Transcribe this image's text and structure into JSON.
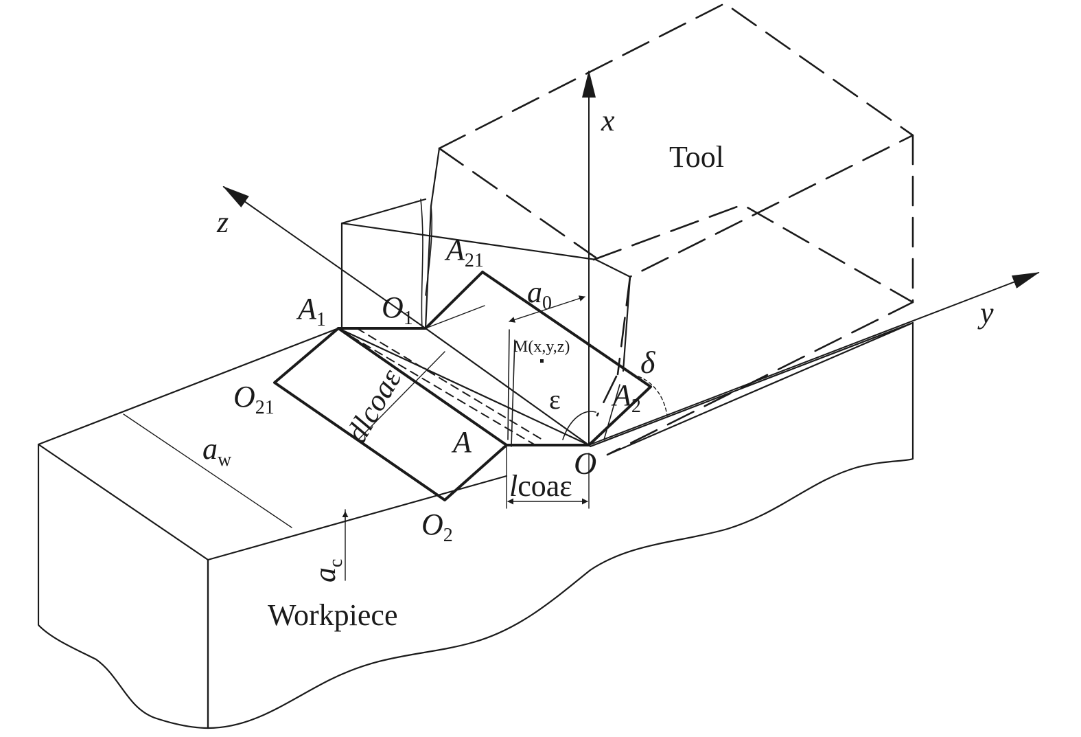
{
  "figure": {
    "labels": {
      "tool": "Tool",
      "workpiece": "Workpiece",
      "axis_x": "x",
      "axis_y": "y",
      "axis_z": "z",
      "point_o": "O",
      "point_o1_base": "O",
      "point_o1_sub": "1",
      "point_o2_base": "O",
      "point_o2_sub": "2",
      "point_o21_base": "O",
      "point_o21_sub": "21",
      "point_a": "A",
      "point_a1_base": "A",
      "point_a1_sub": "1",
      "point_a2_base": "A",
      "point_a2_sub": "2",
      "point_a21_base": "A",
      "point_a21_sub": "21",
      "dim_a0_base": "a",
      "dim_a0_sub": "0",
      "dim_aw_base": "a",
      "dim_aw_sub": "w",
      "dim_ac_base": "a",
      "dim_ac_sub": "c",
      "point_m": "M(x,y,z)",
      "angle_delta": "δ",
      "angle_epsilon": "ε",
      "dim_lcos_l": "l",
      "dim_lcos_rest": "coaε",
      "dim_dlcos": "dlcoaε"
    }
  }
}
